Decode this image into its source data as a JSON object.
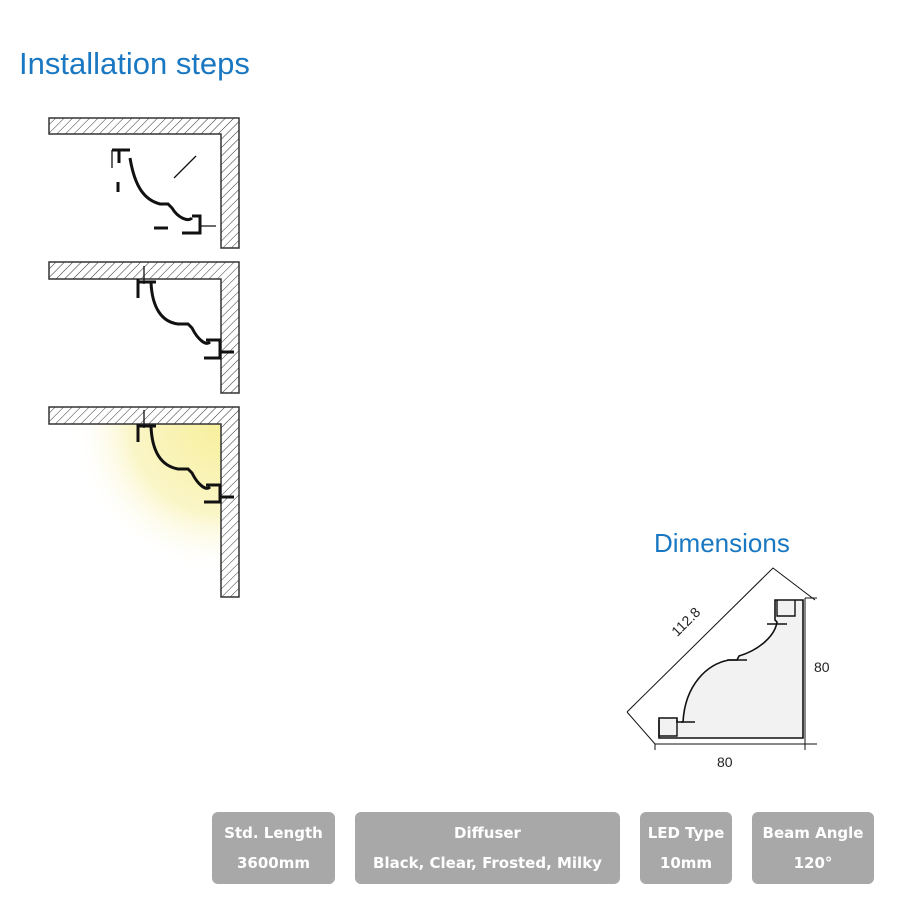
{
  "installation": {
    "title": "Installation steps"
  },
  "dimensions": {
    "title": "Dimensions",
    "diagonal": "112.8",
    "height": "80",
    "width": "80"
  },
  "specs": [
    {
      "label": "Std. Length",
      "value": "3600mm"
    },
    {
      "label": "Diffuser",
      "value": "Black, Clear, Frosted, Milky"
    },
    {
      "label": "LED Type",
      "value": "10mm"
    },
    {
      "label": "Beam Angle",
      "value": "120°"
    }
  ],
  "colors": {
    "heading": "#1a78c2",
    "spec_bg": "#a8a8a8",
    "spec_text": "#ffffff",
    "light_glow": "#f7ef9a"
  }
}
